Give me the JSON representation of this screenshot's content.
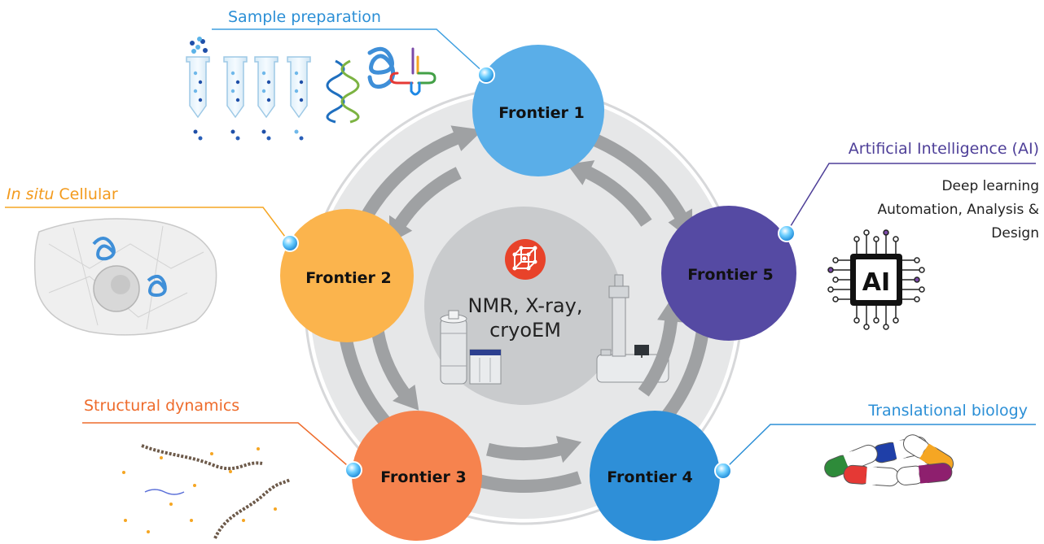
{
  "colors": {
    "frontier_1": "#5aaee8",
    "frontier_2": "#fbb44d",
    "frontier_3": "#f6834e",
    "frontier_4": "#2e8fd8",
    "frontier_5": "#554aa3",
    "center_disc": "#c9cbcd",
    "outer_ring": "#e6e7e8",
    "arrow": "#9fa1a3",
    "logo_red": "#e8432a",
    "label_blue": "#2b8fd6",
    "label_orange": "#f39a1c",
    "label_red_orange": "#ee6b2b",
    "label_purple": "#4e3f98",
    "text_dark": "#222222"
  },
  "center": {
    "line1": "NMR, X-ray,",
    "line2": "cryoEM",
    "logo_icon": "crystal-lattice-icon"
  },
  "frontiers": [
    {
      "label": "Frontier 1"
    },
    {
      "label": "Frontier 2"
    },
    {
      "label": "Frontier 3"
    },
    {
      "label": "Frontier 4"
    },
    {
      "label": "Frontier 5"
    }
  ],
  "annotations": {
    "sample_prep": "Sample preparation",
    "in_situ_italic": "In situ",
    "in_situ_rest": " Cellular",
    "structural": "Structural dynamics",
    "translational": "Translational biology",
    "ai_title": "Artificial Intelligence (AI)",
    "ai_line1": "Deep learning",
    "ai_line2": "Automation, Analysis &",
    "ai_line3": "Design",
    "ai_chip_text": "AI"
  }
}
